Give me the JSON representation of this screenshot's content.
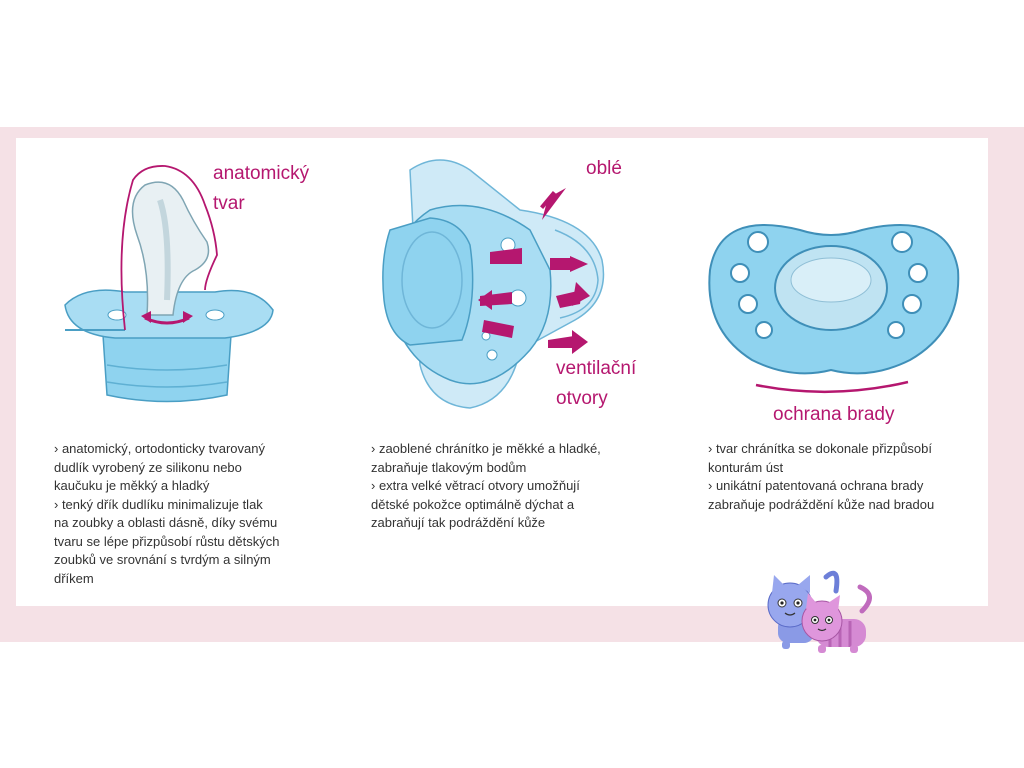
{
  "colors": {
    "band": "#f5e1e6",
    "accent": "#b5176f",
    "silicone": "#8fd3ef",
    "shield": "#a9ddf3",
    "text": "#333333"
  },
  "columns": [
    {
      "icon": "anatomical-teat-pacifier",
      "labels": [
        "anatomický",
        "tvar"
      ],
      "bullets": [
        "› anatomický, ortodonticky tvarovaný\ndudlík vyrobený ze silikonu nebo\nkaučuku je měkký a hladký",
        "› tenký dřík dudlíku minimalizuje tlak\nna zoubky a oblasti dásně, díky svému\ntvaru se lépe přizpůsobí růstu dětských\nzoubků ve srovnání s tvrdým a silným\ndříkem"
      ]
    },
    {
      "icon": "ventilated-shield-pacifier",
      "labels": [
        "oblé",
        "ventilační",
        "otvory"
      ],
      "bullets": [
        "› zaoblené chránítko je měkké a hladké,\nzabraňuje tlakovým bodům",
        "› extra velké větrací otvory umožňují\ndětské pokožce optimálně dýchat a\nzabraňují tak podráždění kůže"
      ]
    },
    {
      "icon": "chin-protection-shield",
      "labels": [
        "ochrana brady"
      ],
      "bullets": [
        "› tvar chránítka se dokonale přizpůsobí\nkonturám úst",
        "› unikátní patentovaná ochrana brady\nzabraňuje podráždění kůže nad bradou"
      ]
    }
  ],
  "mascot": "two-cats-logo"
}
